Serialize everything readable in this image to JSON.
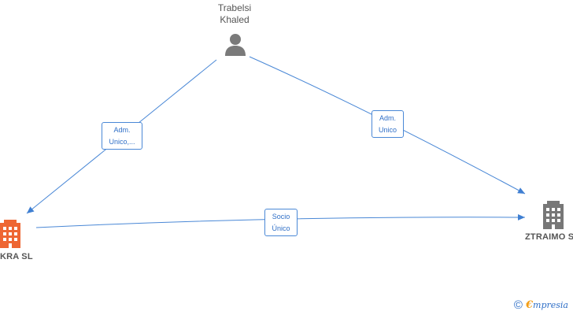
{
  "person": {
    "name_line1": "Trabelsi",
    "name_line2": "Khaled",
    "icon": "person-icon"
  },
  "companies": {
    "left": {
      "label": "KRA  SL",
      "icon": "building-icon",
      "color": "#ee6633"
    },
    "right": {
      "label": "ZTRAIMO  S",
      "icon": "building-icon",
      "color": "#777777"
    }
  },
  "edges": {
    "person_to_left": {
      "line1": "Adm.",
      "line2": "Unico,..."
    },
    "person_to_right": {
      "line1": "Adm.",
      "line2": "Unico"
    },
    "left_to_right": {
      "line1": "Socio",
      "line2": "Único"
    }
  },
  "colors": {
    "edge": "#4a88d6",
    "edge_text": "#2f6fc7"
  },
  "brand": {
    "copyright_symbol": "©",
    "first_letter": "€",
    "rest": "mpresia"
  }
}
